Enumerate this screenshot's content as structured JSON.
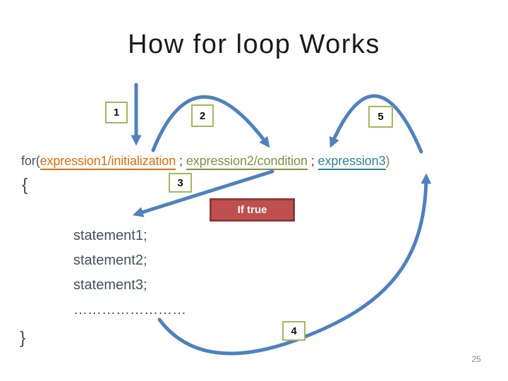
{
  "slide": {
    "title": "How for loop Works",
    "page_number": "25"
  },
  "code": {
    "keyword": "for(",
    "expr1": "expression1/initialization",
    "sep1": " ; ",
    "expr2": "expression2/condition",
    "sep2": " ; ",
    "expr3": "expression3",
    "close_paren": ")",
    "open_brace": "{",
    "close_brace": "}",
    "statements": [
      "statement1;",
      "statement2;",
      "statement3;",
      "……………………"
    ]
  },
  "labels": {
    "step1": "1",
    "step2": "2",
    "step3": "3",
    "step4": "4",
    "step5": "5",
    "if_true": "If true"
  },
  "colors": {
    "arrow": "#4F81BD",
    "step_box_border": "#9FB959",
    "expr1": "#E36C0A",
    "expr2": "#7E9140",
    "expr3": "#31849B",
    "separator": "#C00000",
    "code_text": "#445060",
    "if_true_fill": "#C0504D",
    "if_true_border": "#8C3A38",
    "title_text": "#1A1A1A",
    "page_number": "#8A8A8A"
  }
}
